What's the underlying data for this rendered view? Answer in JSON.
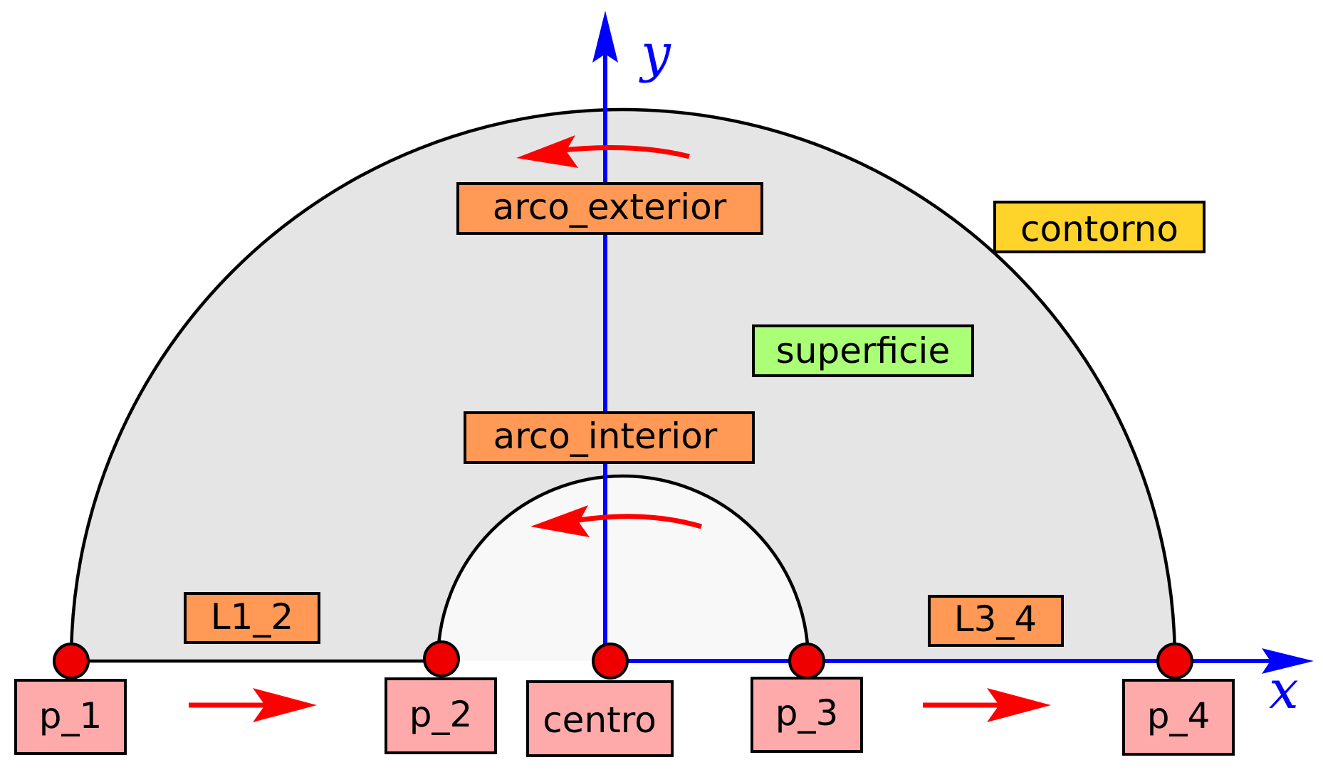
{
  "colors": {
    "axis": "#0000ff",
    "arrow": "#ff0000",
    "point_fill": "#ee0000",
    "region_fill": "#e5e5e5",
    "hole_fill": "#f8f8f8",
    "point_label_bg": "#ffaaaa",
    "curve_label_bg": "#ff9955",
    "contorno_bg": "#ffd42a",
    "superficie_bg": "#aaff77"
  },
  "axes": {
    "x_label": "x",
    "y_label": "y"
  },
  "labels": {
    "arco_exterior": "arco_exterior",
    "arco_interior": "arco_interior",
    "contorno": "contorno",
    "superficie": "superficie",
    "l1_2": "L1_2",
    "l3_4": "L3_4",
    "p_1": "p_1",
    "p_2": "p_2",
    "centro": "centro",
    "p_3": "p_3",
    "p_4": "p_4"
  }
}
